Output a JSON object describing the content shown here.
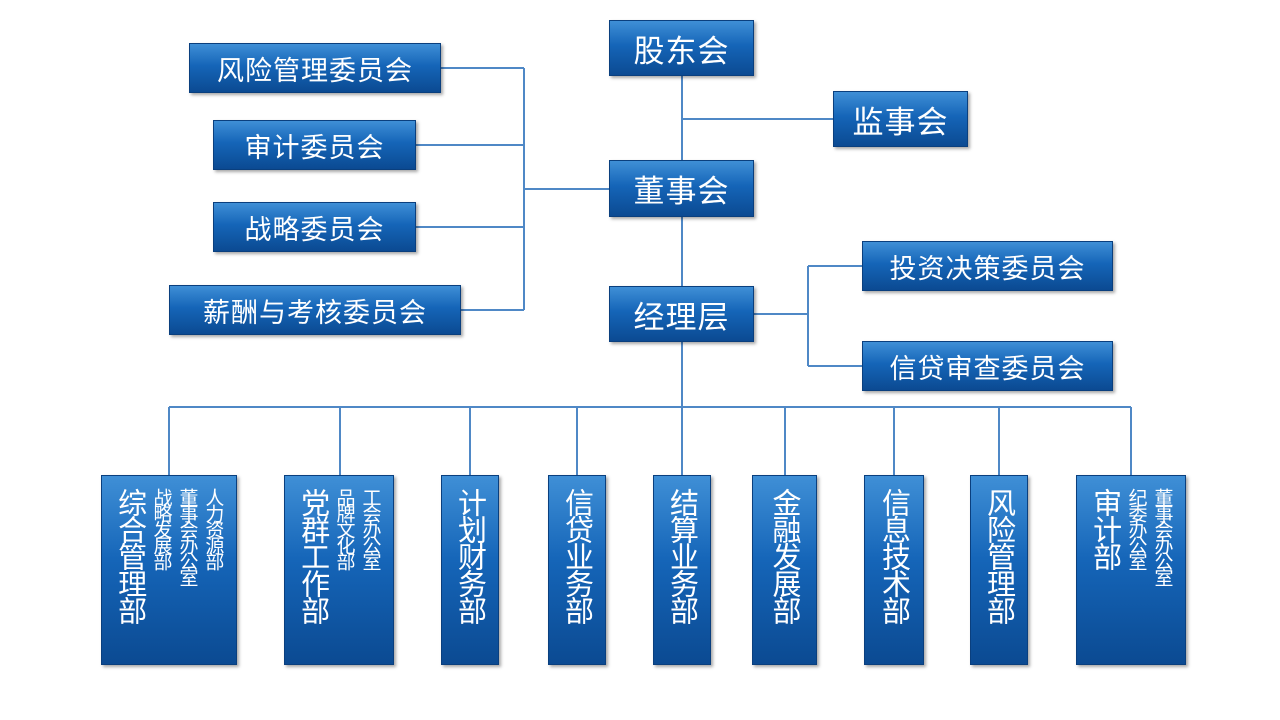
{
  "top": {
    "shareholders": "股东会",
    "supervisors": "监事会",
    "board": "董事会",
    "management": "经理层"
  },
  "board_committees": [
    "风险管理委员会",
    "审计委员会",
    "战略委员会",
    "薪酬与考核委员会"
  ],
  "management_committees": [
    "投资决策委员会",
    "信贷审查委员会"
  ],
  "departments": [
    {
      "name": "综合管理部",
      "sub": [
        "人力资源部",
        "董事会办公室",
        "战略发展部"
      ]
    },
    {
      "name": "党群工作部",
      "sub": [
        "工会办公室",
        "品牌文化部"
      ]
    },
    {
      "name": "计划财务部",
      "sub": []
    },
    {
      "name": "信贷业务部",
      "sub": []
    },
    {
      "name": "结算业务部",
      "sub": []
    },
    {
      "name": "金融发展部",
      "sub": []
    },
    {
      "name": "信息技术部",
      "sub": []
    },
    {
      "name": "风险管理部",
      "sub": []
    },
    {
      "name": "审计部",
      "sub": [
        "董事会办公室",
        "纪委办公室"
      ]
    }
  ]
}
